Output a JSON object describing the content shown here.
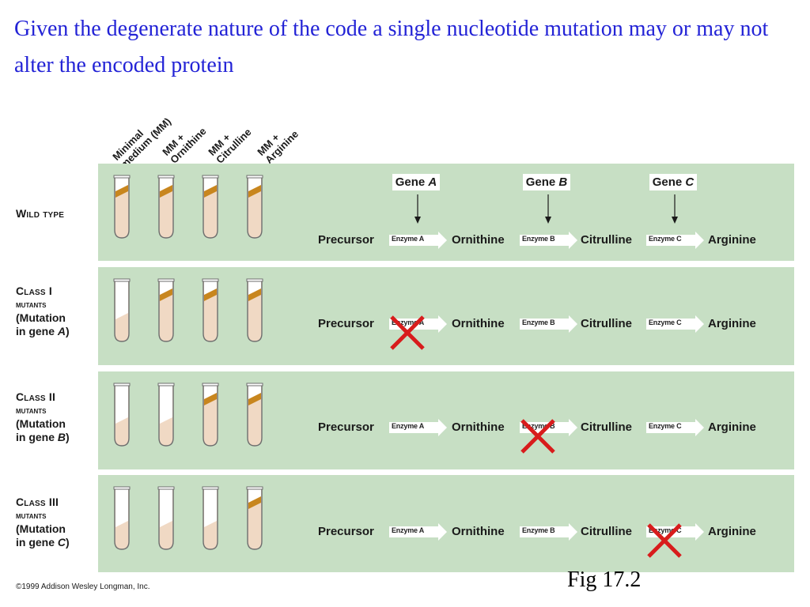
{
  "title": "Given the degenerate nature of the code a single nucleotide mutation may or may not alter the encoded protein",
  "columns": [
    {
      "line1": "Minimal",
      "line2": "medium (MM)"
    },
    {
      "line1": "MM +",
      "line2": "Ornithine"
    },
    {
      "line1": "MM +",
      "line2": "Citrulline"
    },
    {
      "line1": "MM +",
      "line2": "Arginine"
    }
  ],
  "pathway": {
    "precursor": "Precursor",
    "ornithine": "Ornithine",
    "citrulline": "Citrulline",
    "arginine": "Arginine",
    "enzyme_a": "Enzyme A",
    "enzyme_b": "Enzyme B",
    "enzyme_c": "Enzyme C"
  },
  "genes": {
    "a": "Gene ",
    "a_italic": "A",
    "b": "Gene ",
    "b_italic": "B",
    "c": "Gene ",
    "c_italic": "C"
  },
  "rows": [
    {
      "cls": "Wild type",
      "mut": "",
      "desc1": "",
      "desc2": "",
      "growth": [
        true,
        true,
        true,
        true
      ],
      "blocked": ""
    },
    {
      "cls": "Class I",
      "mut": "mutants",
      "desc1": "(Mutation",
      "desc2": "in gene ",
      "gene": "A",
      "growth": [
        false,
        true,
        true,
        true
      ],
      "blocked": "A"
    },
    {
      "cls": "Class II",
      "mut": "mutants",
      "desc1": "(Mutation",
      "desc2": "in gene ",
      "gene": "B",
      "growth": [
        false,
        false,
        true,
        true
      ],
      "blocked": "B"
    },
    {
      "cls": "Class III",
      "mut": "mutants",
      "desc1": "(Mutation",
      "desc2": "in gene ",
      "gene": "C",
      "growth": [
        false,
        false,
        false,
        true
      ],
      "blocked": "C"
    }
  ],
  "copyright": "©1999 Addison Wesley Longman, Inc.",
  "figure_label": "Fig 17.2",
  "colors": {
    "title": "#2323d6",
    "panel": "#c7dfc4",
    "growth": "#c8861e",
    "medium": "#f0d9c4",
    "cross": "#d81c1c"
  }
}
